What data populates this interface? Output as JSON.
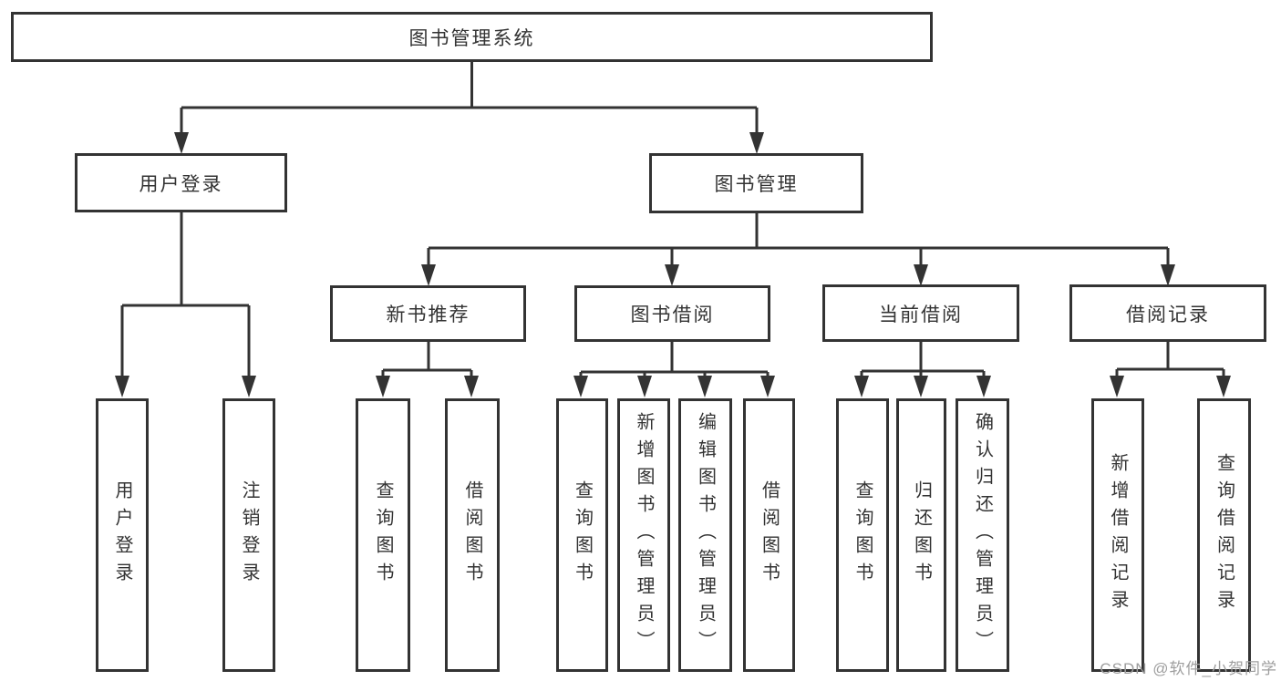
{
  "diagram": {
    "root": {
      "label": "图书管理系统"
    },
    "branches": {
      "user_login": {
        "label": "用户登录",
        "children": [
          {
            "label": "用户登录"
          },
          {
            "label": "注销登录"
          }
        ]
      },
      "book_management": {
        "label": "图书管理",
        "sections": {
          "new_book_recommend": {
            "label": "新书推荐",
            "children": [
              {
                "label": "查询图书"
              },
              {
                "label": "借阅图书"
              }
            ]
          },
          "book_borrow": {
            "label": "图书借阅",
            "children": [
              {
                "label": "查询图书"
              },
              {
                "label": "新增图书（管理员）"
              },
              {
                "label": "编辑图书（管理员）"
              },
              {
                "label": "借阅图书"
              }
            ]
          },
          "current_borrow": {
            "label": "当前借阅",
            "children": [
              {
                "label": "查询图书"
              },
              {
                "label": "归还图书"
              },
              {
                "label": "确认归还（管理员）"
              }
            ]
          },
          "borrow_records": {
            "label": "借阅记录",
            "children": [
              {
                "label": "新增借阅记录"
              },
              {
                "label": "查询借阅记录"
              }
            ]
          }
        }
      }
    }
  },
  "watermark": {
    "text": "CSDN @软件_小贺同学"
  },
  "colors": {
    "line": "#333333",
    "text": "#333333",
    "watermark": "#9e9e9e",
    "background": "#ffffff"
  }
}
